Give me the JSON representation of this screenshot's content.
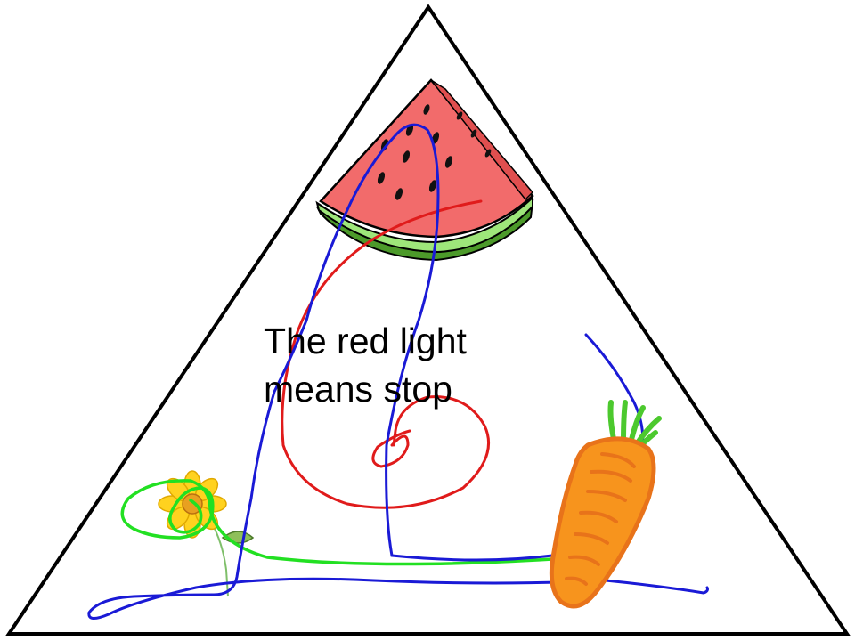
{
  "caption": {
    "line1": "The red light",
    "line2": "means stop"
  },
  "drawing": {
    "shape": "triangle",
    "pictures": [
      "watermelon-slice",
      "carrot",
      "sunflower"
    ],
    "scribble_colors": {
      "blue": "#1a1ad6",
      "red": "#e01b1b",
      "green": "#22e022"
    },
    "colors": {
      "outline": "#000000",
      "watermelon_flesh": "#f26b6b",
      "watermelon_rind": "#9ee67a",
      "watermelon_skin": "#4c9a2a",
      "carrot_body": "#f7941d",
      "carrot_edge": "#e8731a",
      "carrot_top": "#4cc92e",
      "flower_petal": "#ffd21f",
      "flower_center": "#e8a020"
    }
  }
}
